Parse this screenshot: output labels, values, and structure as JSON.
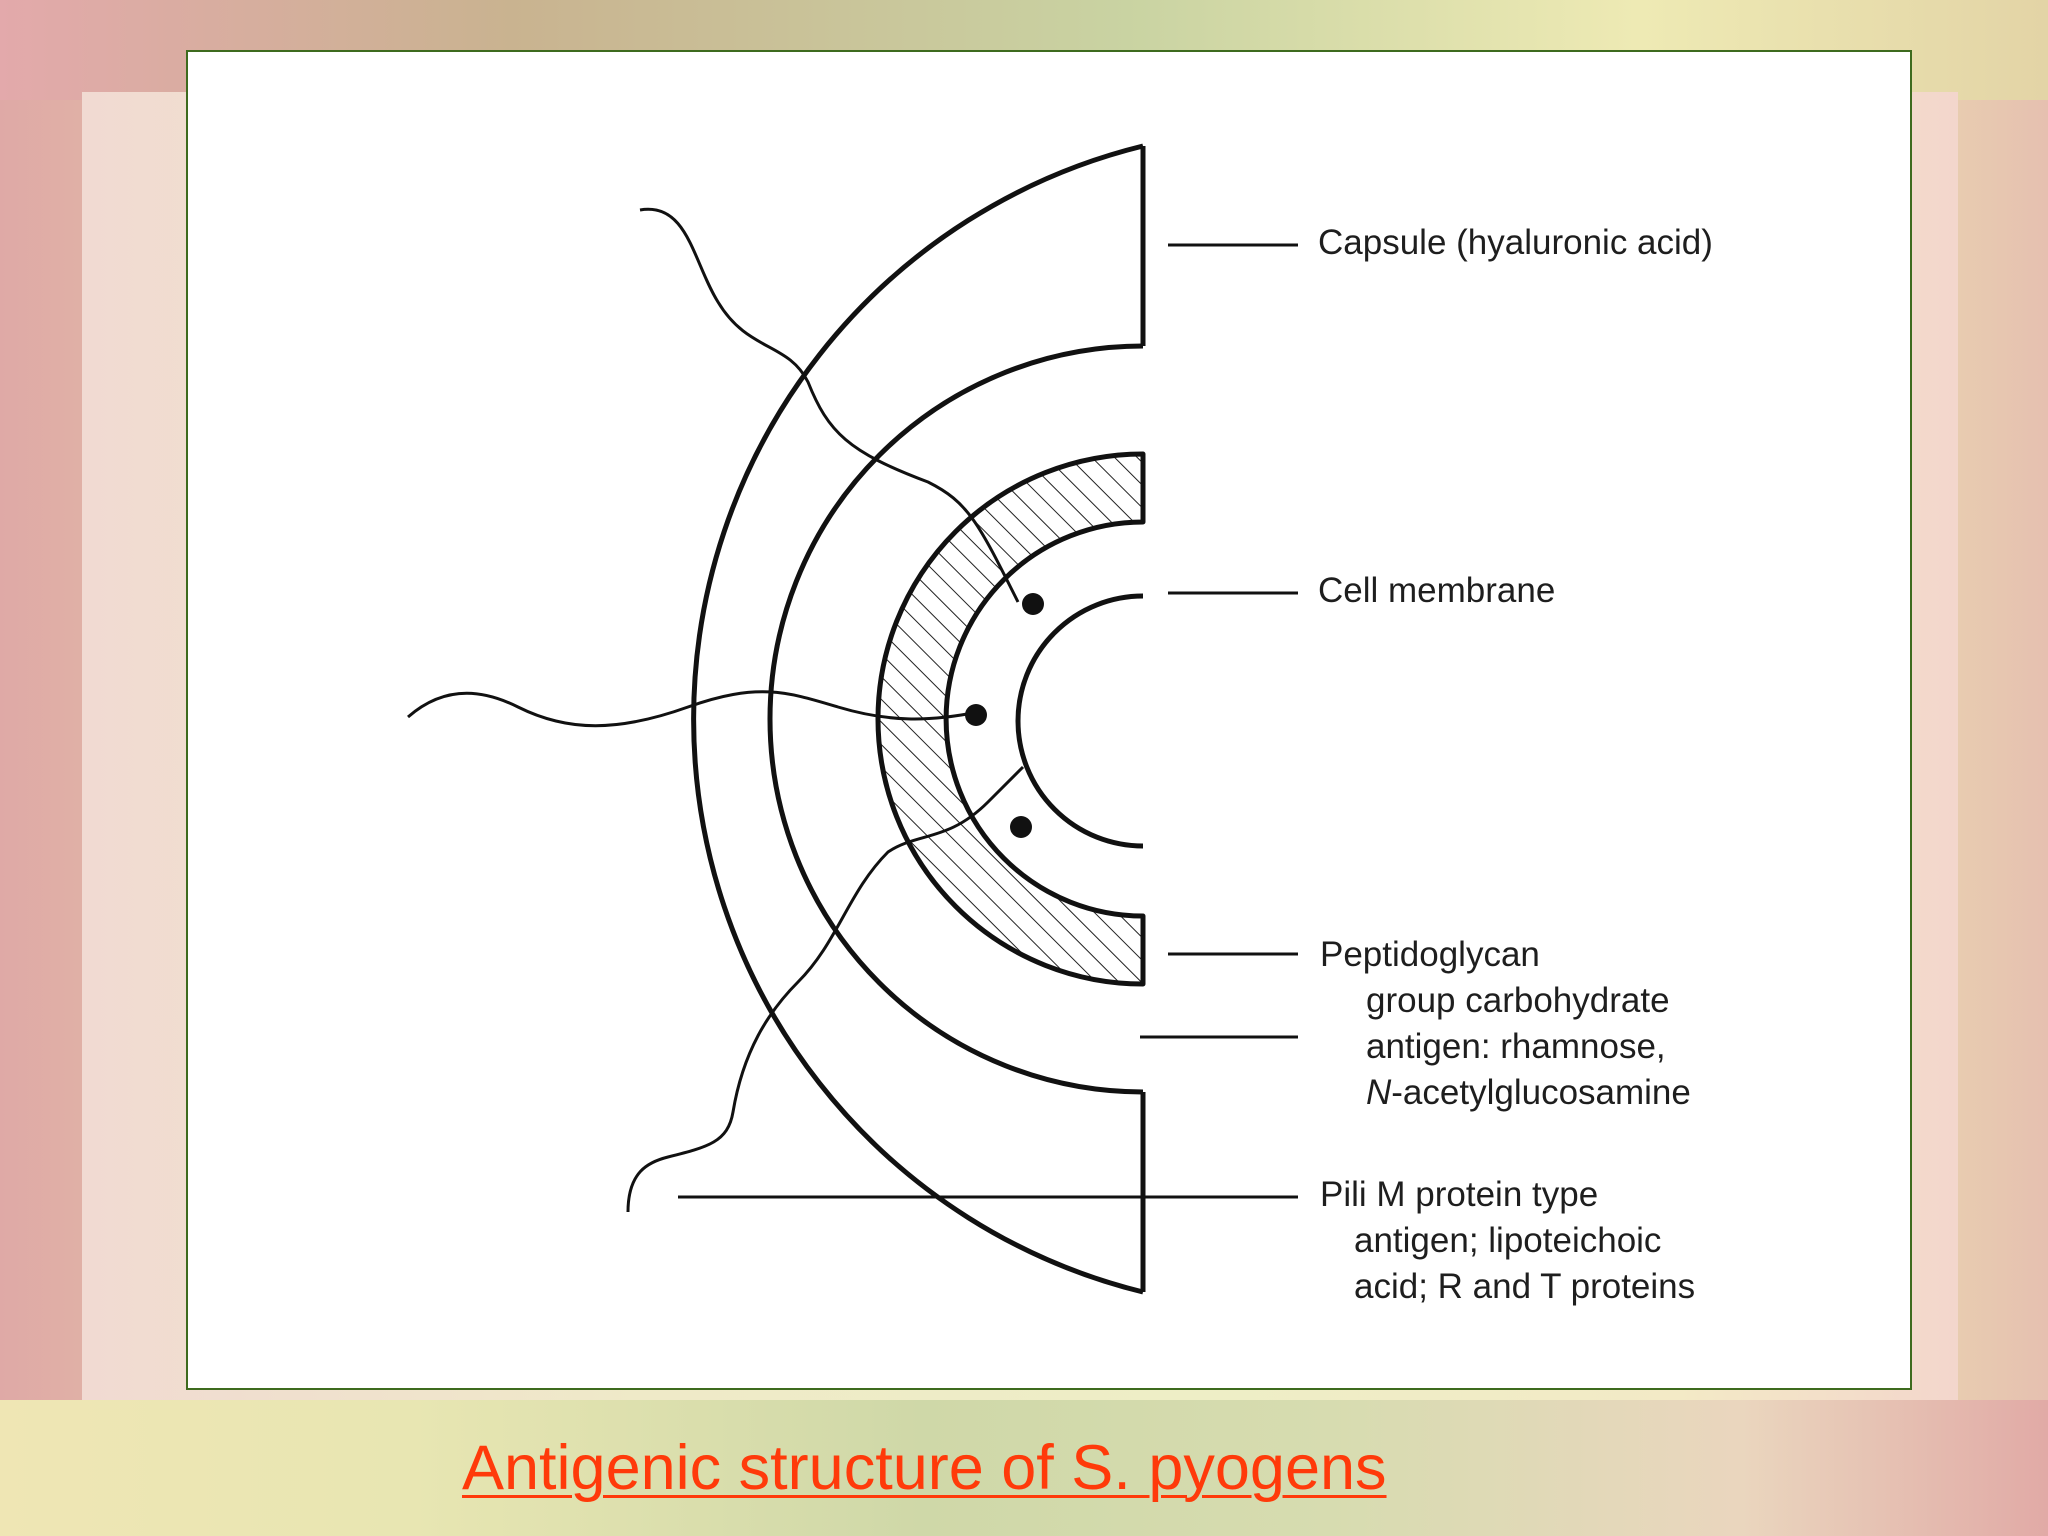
{
  "diagram": {
    "labels": {
      "capsule": [
        "Capsule  (hyaluronic acid)"
      ],
      "membrane": [
        "Cell membrane"
      ],
      "peptidoglycan": [
        "Peptidoglycan",
        "group carbohydrate",
        "antigen: rhamnose,",
        "N-acetylglucosamine"
      ],
      "pili": [
        "Pili M protein type",
        "antigen; lipoteichoic",
        "acid; R and T proteins"
      ]
    }
  },
  "caption": "Antigenic structure of S. pyogens",
  "colors": {
    "caption": "#ff3a0a",
    "panel_border": "#3e6b1e",
    "line": "#111111"
  }
}
